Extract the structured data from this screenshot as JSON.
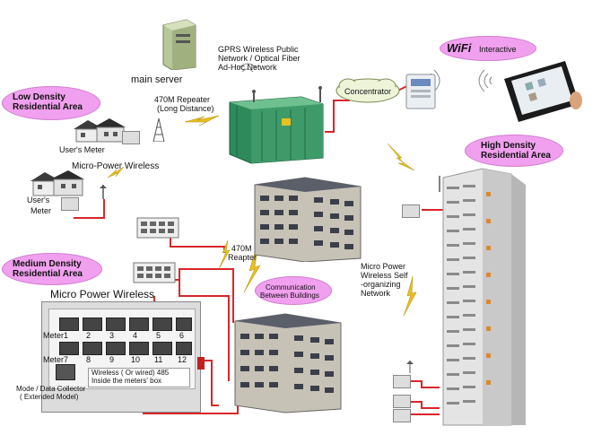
{
  "labels": {
    "main_server": "main server",
    "gprs_line1": "GPRS Wireless Public",
    "gprs_line2": "Network / Optical Fiber",
    "gprs_line3": "Ad-Hoc Network",
    "wifi": "WiFi",
    "interactive": "Interactive",
    "concentrator": "Concentrator",
    "repeater_470_line1": "470M Repeater",
    "repeater_470_line2": "(Long Distance)",
    "low_density_line1": "Low Density",
    "low_density_line2": "Residential Area",
    "users_meter_1": "User's Meter",
    "micro_power_wireless_1": "Micro-Power Wireless",
    "users_meter_2_line1": "User's",
    "users_meter_2_line2": "Meter",
    "high_density_line1": "High Density",
    "high_density_line2": "Residential Area",
    "medium_density_line1": "Medium Density",
    "medium_density_line2": "Residential Area",
    "reapter_470_line1": "470M",
    "reapter_470_line2": "Reapter",
    "comm_between_line1": "Communication",
    "comm_between_line2": "Between Buildings",
    "micro_power_self_line1": "Micro Power",
    "micro_power_self_line2": "Wireless Self",
    "micro_power_self_line3": "-organizing",
    "micro_power_self_line4": "Network",
    "micro_power_wireless_2": "Micro Power Wireless",
    "meter1": "Meter1",
    "meter7": "Meter7",
    "wired_line1": "Wireless ( Or wired) 485",
    "wired_line2": "Inside the meters' box",
    "collector_line1": "Mode / Data  Collector",
    "collector_line2": "( Extended Model)"
  },
  "meter_numbers_row1": [
    "2",
    "3",
    "4",
    "5",
    "6"
  ],
  "meter_numbers_row2": [
    "8",
    "9",
    "10",
    "11",
    "12"
  ],
  "colors": {
    "bubble": "#f0a0ee",
    "line": "#d8262a",
    "lightning": "#e8c020",
    "substation": "#2e8a5a"
  }
}
